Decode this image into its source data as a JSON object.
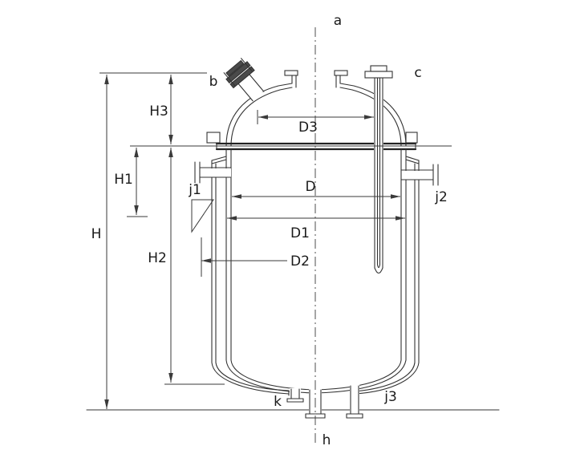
{
  "diagram": {
    "colors": {
      "background": "#ffffff",
      "line": "#333333",
      "dimension_line": "#3a3a3a",
      "text": "#1a1a1a",
      "flange_fill": "#4a4a4a"
    },
    "labels": {
      "a": "a",
      "b": "b",
      "c": "c",
      "h": "h",
      "j1": "j1",
      "j2": "j2",
      "j3": "j3",
      "k": "k",
      "H": "H",
      "H1": "H1",
      "H2": "H2",
      "H3": "H3",
      "D": "D",
      "D1": "D1",
      "D2": "D2",
      "D3": "D3"
    }
  }
}
